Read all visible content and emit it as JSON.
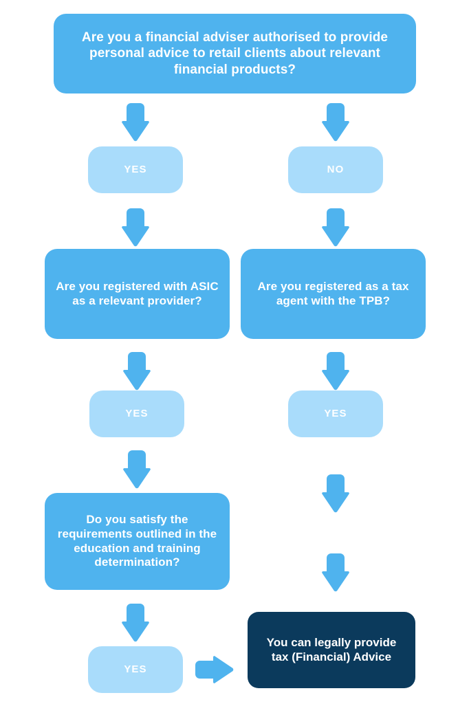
{
  "page": {
    "title": "Tax (Financial) Advice eligibility flowchart",
    "background_color": "#ffffff"
  },
  "colors": {
    "question_box": "#4FB3EE",
    "answer_box": "#A9DCFB",
    "result_box": "#0B3A5C",
    "arrow": "#4FB3EE",
    "question_text": "#ffffff",
    "answer_text": "#ffffff",
    "result_text": "#ffffff"
  },
  "nodes": {
    "q_adviser": {
      "type": "question",
      "label": "Are you a financial adviser authorised to provide personal advice to retail clients about relevant financial products?"
    },
    "a_yes_1": {
      "type": "answer",
      "label": "YES"
    },
    "a_no_1": {
      "type": "answer",
      "label": "NO"
    },
    "q_asic": {
      "type": "question",
      "label": "Are you registered with ASIC as a relevant provider?"
    },
    "q_tpb": {
      "type": "question",
      "label": "Are you registered as a tax agent with the TPB?"
    },
    "a_yes_2": {
      "type": "answer",
      "label": "YES"
    },
    "a_yes_3": {
      "type": "answer",
      "label": "YES"
    },
    "q_education": {
      "type": "question",
      "label": "Do you satisfy the requirements outlined in the education and training determination?"
    },
    "a_yes_4": {
      "type": "answer",
      "label": "YES"
    },
    "result_legal": {
      "type": "result",
      "label": "You can legally provide tax (Financial) Advice"
    }
  },
  "arrows": [
    {
      "name": "arrow-q-adviser-to-yes-1",
      "direction": "down"
    },
    {
      "name": "arrow-q-adviser-to-no-1",
      "direction": "down"
    },
    {
      "name": "arrow-yes-1-to-q-asic",
      "direction": "down"
    },
    {
      "name": "arrow-no-1-to-q-tpb",
      "direction": "down"
    },
    {
      "name": "arrow-q-asic-to-yes-2",
      "direction": "down"
    },
    {
      "name": "arrow-q-tpb-to-yes-3",
      "direction": "down"
    },
    {
      "name": "arrow-yes-2-to-q-education",
      "direction": "down"
    },
    {
      "name": "arrow-yes-3-down-upper",
      "direction": "down"
    },
    {
      "name": "arrow-yes-3-down-lower",
      "direction": "down"
    },
    {
      "name": "arrow-q-education-to-yes-4",
      "direction": "down"
    },
    {
      "name": "arrow-yes-4-to-result",
      "direction": "right"
    }
  ]
}
